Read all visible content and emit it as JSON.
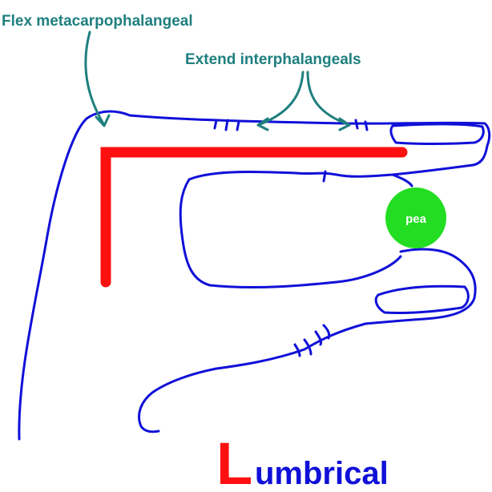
{
  "labels": {
    "flex_mcp": "Flex metacarpophalangeal",
    "extend_ip": "Extend interphalangeals",
    "pea": "pea",
    "title_initial": "L",
    "title_rest": "umbrical"
  },
  "colors": {
    "outline": "#1010d8",
    "l_shape": "#ff1010",
    "annotation": "#1f7f7f",
    "pea": "#22dd22"
  }
}
